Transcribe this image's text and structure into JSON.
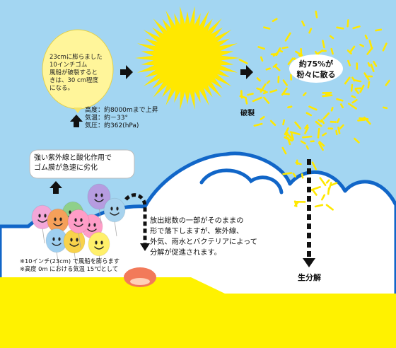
{
  "balloon_description": [
    "23cmに膨らました",
    "10インチゴム",
    "風船が破裂すると",
    "きは、30 cm程度",
    "になる。"
  ],
  "altitude_info": [
    "高度：約8000mまで上昇",
    "気温：約－33°",
    "気圧：約362(hPa)"
  ],
  "burst_label": "破裂",
  "scatter_label": [
    "約75%が",
    "粉々に散る"
  ],
  "degradation_bubble": [
    "強い紫外線と酸化作用で",
    "ゴム膜が急速に劣化"
  ],
  "falling_text": [
    "放出総数の一部がそのままの",
    "形で落下しますが、紫外線、",
    "外気、雨水とバクテリアによって",
    "分解が促進されます。"
  ],
  "notes": [
    "※10インチ(23cm) で風船を膨らます",
    "※高度 0m における気温 15℃として"
  ],
  "biodegradation_label": "生分解",
  "colors": {
    "sky": "#a3d6f2",
    "ground": "#fff200",
    "cloud_outline": "#1166c8",
    "sun": "#ffe800",
    "big_balloon": "#fff59a",
    "confetti": "#ffe800"
  },
  "balloons": [
    {
      "color": "#f3a7d8"
    },
    {
      "color": "#b69ce0"
    },
    {
      "color": "#9fcff0"
    },
    {
      "color": "#ff9dc7"
    },
    {
      "color": "#f8d24b"
    },
    {
      "color": "#8fd08a"
    },
    {
      "color": "#ff9dc7"
    },
    {
      "color": "#a7d3ee"
    },
    {
      "color": "#fff06a"
    },
    {
      "color": "#f5a05a"
    }
  ]
}
